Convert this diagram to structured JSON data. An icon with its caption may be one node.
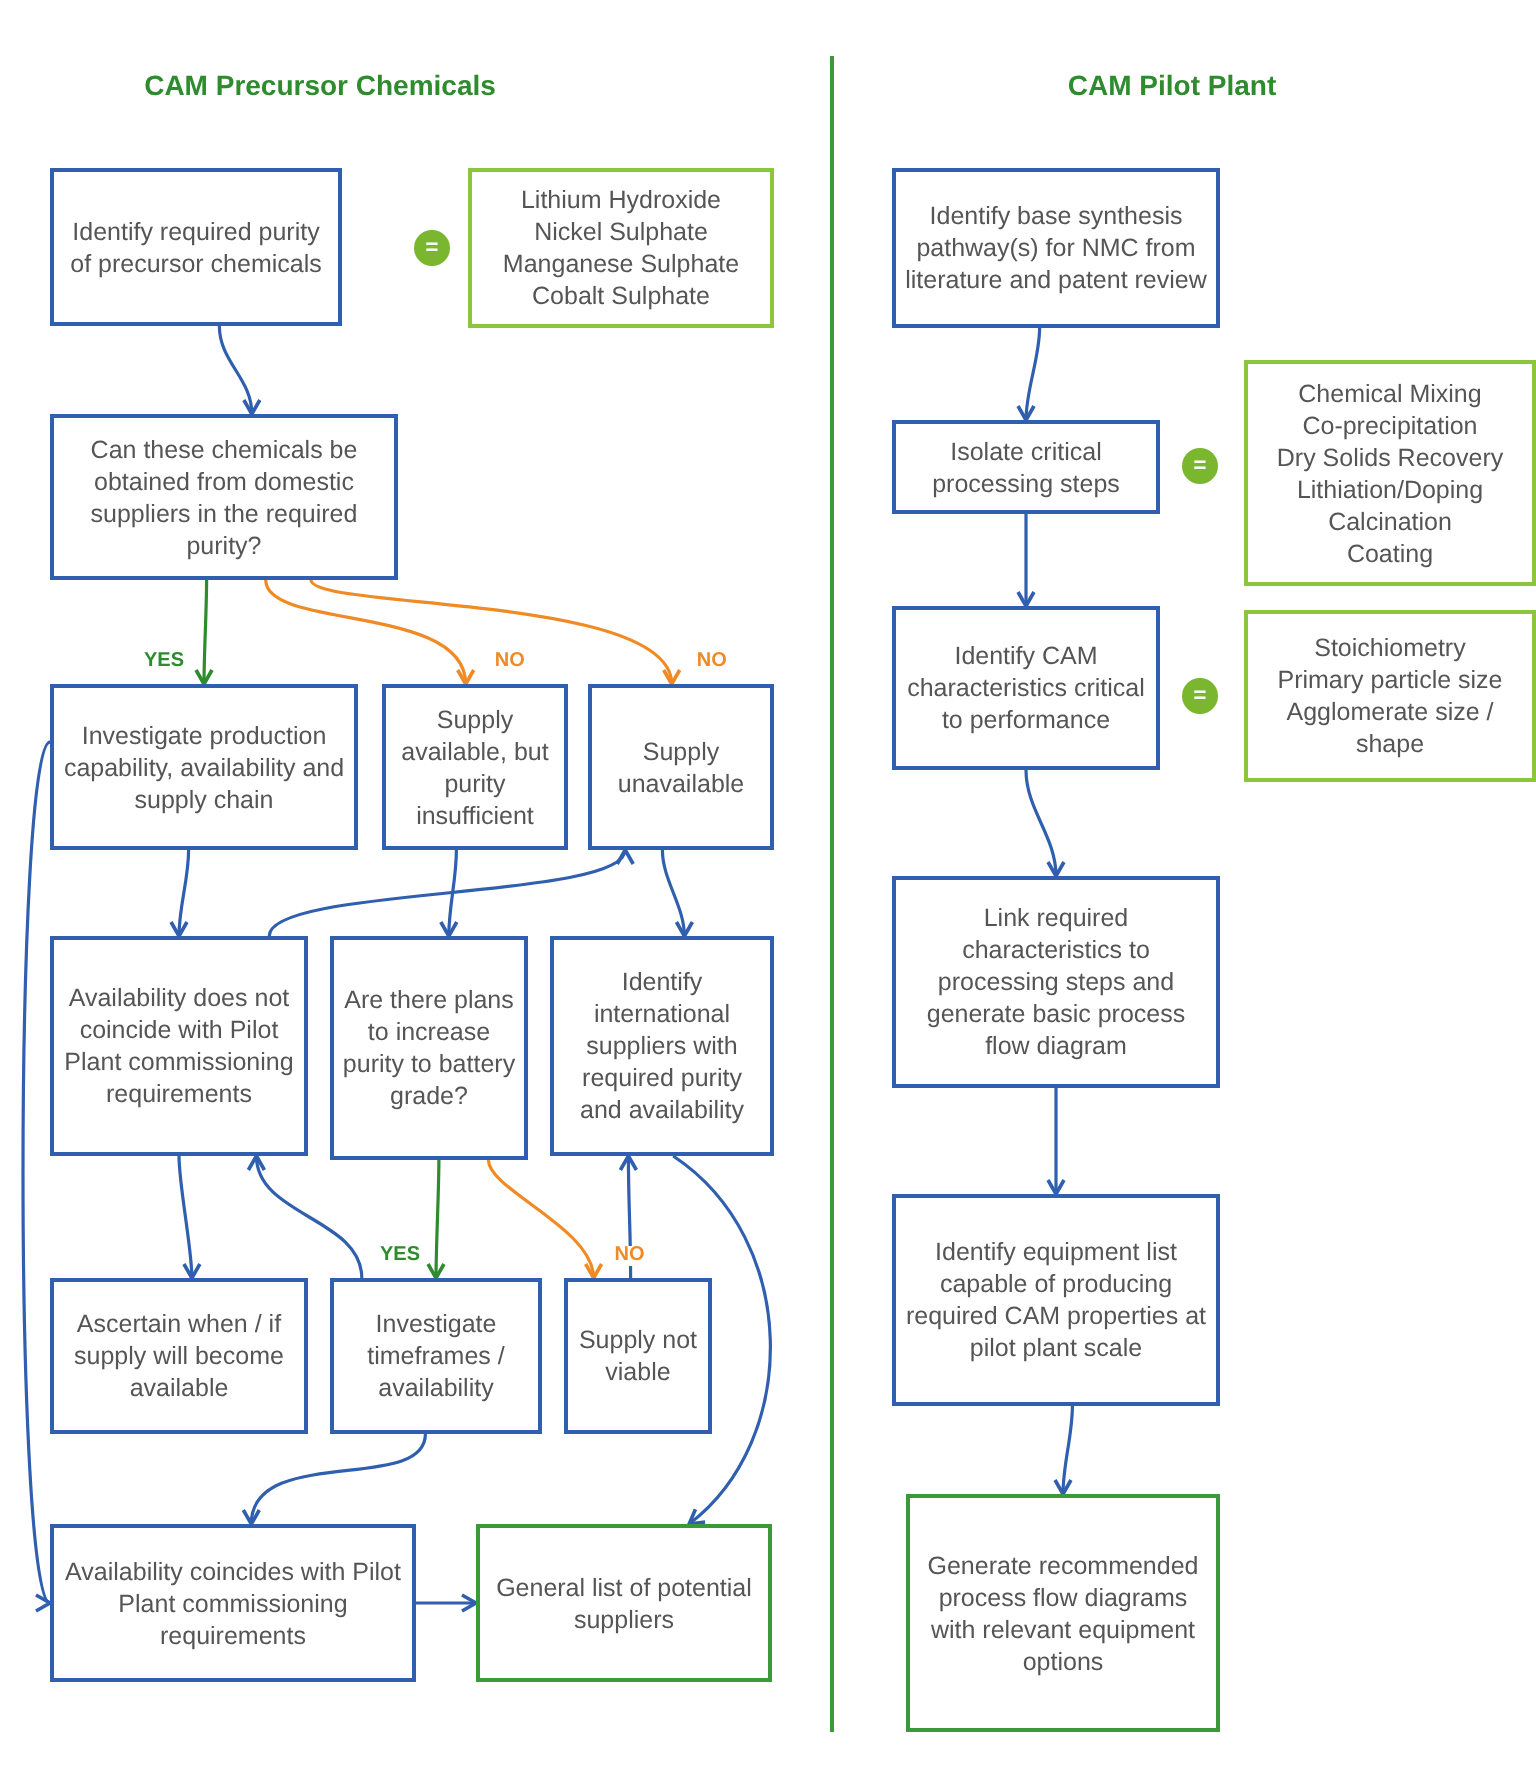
{
  "diagram": {
    "nodes": [
      {
        "text": [
          "Identify required purity of precursor chemicals"
        ]
      },
      {
        "text": [
          "="
        ]
      },
      {
        "text": [
          "Lithium Hydroxide",
          "Nickel Sulphate",
          "Manganese Sulphate",
          "Cobalt Sulphate"
        ]
      },
      {
        "text": [
          "Can these chemicals be obtained from domestic suppliers in the required purity?"
        ]
      },
      {
        "text": [
          "Investigate production capability, availability and supply chain"
        ]
      },
      {
        "text": [
          "Supply available, but purity insufficient"
        ]
      },
      {
        "text": [
          "Supply unavailable"
        ]
      },
      {
        "text": [
          "Availability does not coincide with Pilot Plant commissioning requirements"
        ]
      },
      {
        "text": [
          "Are there plans to increase purity to battery grade?"
        ]
      },
      {
        "text": [
          "Identify international suppliers with required purity and availability"
        ]
      },
      {
        "text": [
          "Ascertain when / if supply will become available"
        ]
      },
      {
        "text": [
          "Investigate timeframes / availability"
        ]
      },
      {
        "text": [
          "Supply not viable"
        ]
      },
      {
        "text": [
          "Availability coincides with Pilot Plant commissioning requirements"
        ]
      },
      {
        "text": [
          "General list of potential suppliers"
        ]
      },
      {
        "text": [
          "Identify base synthesis pathway(s) for NMC from literature and patent review"
        ]
      },
      {
        "text": [
          "Isolate critical processing steps"
        ]
      },
      {
        "text": [
          "="
        ]
      },
      {
        "text": [
          "Chemical Mixing",
          "Co-precipitation",
          "Dry Solids Recovery",
          "Lithiation/Doping",
          "Calcination",
          "Coating"
        ]
      },
      {
        "text": [
          "Identify CAM characteristics critical to performance"
        ]
      },
      {
        "text": [
          "="
        ]
      },
      {
        "text": [
          "Stoichiometry",
          "Primary particle size",
          "Agglomerate size / shape"
        ]
      },
      {
        "text": [
          "Link required characteristics to processing steps and generate basic process flow diagram"
        ]
      },
      {
        "text": [
          "Identify equipment list capable of producing required CAM properties at pilot plant scale"
        ]
      },
      {
        "text": [
          "Generate recommended process flow diagrams with relevant equipment options"
        ]
      }
    ],
    "edges": [
      {
        "from": 0,
        "to": 3,
        "arrow": "to"
      },
      {
        "from": 3,
        "to": 4,
        "arrow": "to",
        "label": "YES",
        "color": "#2e8b2e"
      },
      {
        "from": 3,
        "to": 5,
        "arrow": "to",
        "label": "NO",
        "color": "#f08a24"
      },
      {
        "from": 3,
        "to": 6,
        "arrow": "to",
        "label": "NO",
        "color": "#f08a24"
      },
      {
        "from": 4,
        "to": 7,
        "arrow": "to"
      },
      {
        "from": 5,
        "to": 8,
        "arrow": "to"
      },
      {
        "from": 7,
        "to": 6,
        "arrow": "to"
      },
      {
        "from": 6,
        "to": 9,
        "arrow": "to"
      },
      {
        "from": 4,
        "to": 13,
        "arrow": "to"
      },
      {
        "from": 7,
        "to": 10,
        "arrow": "to"
      },
      {
        "from": 11,
        "to": 7,
        "arrow": "to"
      },
      {
        "from": 8,
        "to": 11,
        "arrow": "to",
        "label": "YES",
        "color": "#2e8b2e"
      },
      {
        "from": 8,
        "to": 12,
        "arrow": "to",
        "label": "NO",
        "color": "#f08a24"
      },
      {
        "from": 12,
        "to": 9,
        "arrow": "to"
      },
      {
        "from": 11,
        "to": 13,
        "arrow": "to"
      },
      {
        "from": 9,
        "to": 14,
        "arrow": "to"
      },
      {
        "from": 13,
        "to": 14,
        "arrow": "to"
      },
      {
        "from": 15,
        "to": 16,
        "arrow": "to"
      },
      {
        "from": 16,
        "to": 19,
        "arrow": "to"
      },
      {
        "from": 19,
        "to": 22,
        "arrow": "to"
      },
      {
        "from": 22,
        "to": 23,
        "arrow": "to"
      },
      {
        "from": 23,
        "to": 24,
        "arrow": "to"
      }
    ],
    "labels": [
      "CAM Precursor Chemicals",
      "CAM Pilot Plant"
    ]
  }
}
